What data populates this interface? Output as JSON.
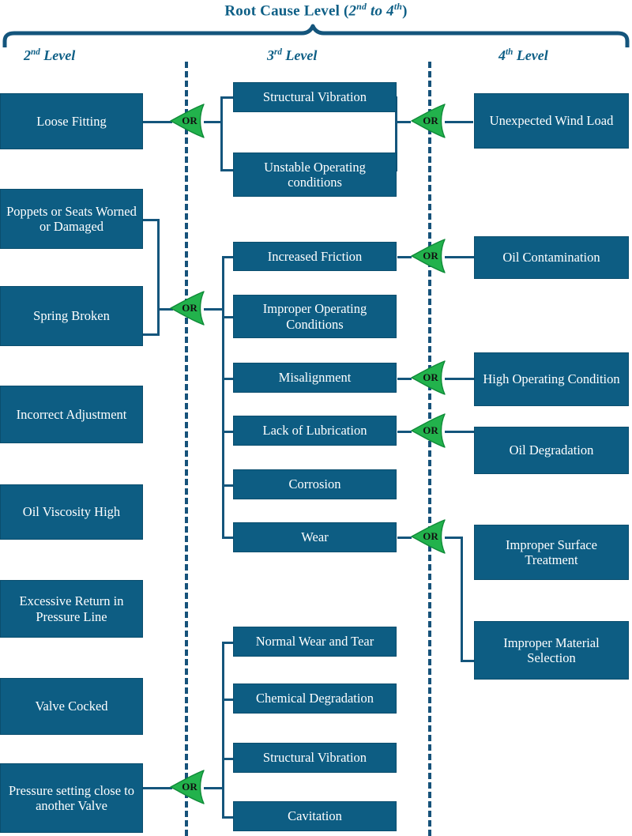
{
  "title": {
    "main": "Root Cause Level (",
    "range_a": "2",
    "range_a_sup": "nd",
    "range_mid": " to ",
    "range_b": "4",
    "range_b_sup": "th",
    "close": ")"
  },
  "levels": [
    {
      "num": "2",
      "sup": "nd",
      "label": " Level",
      "name": "second-level-header"
    },
    {
      "num": "3",
      "sup": "rd",
      "label": " Level",
      "name": "third-level-header"
    },
    {
      "num": "4",
      "sup": "th",
      "label": " Level",
      "name": "fourth-level-header"
    }
  ],
  "gate_label": "OR",
  "colors": {
    "box_fill": "#0d5d83",
    "box_text": "#ffffff",
    "line": "#14557c",
    "accent_text": "#0e5f86",
    "gate_fill": "#22b24c",
    "gate_stroke": "#0a7a33",
    "divider": "#16527a"
  },
  "level2_nodes": [
    {
      "id": "loose-fitting",
      "text": "Loose Fitting"
    },
    {
      "id": "poppets-seats",
      "text": "Poppets or Seats Worned or Damaged"
    },
    {
      "id": "spring-broken",
      "text": "Spring Broken"
    },
    {
      "id": "incorrect-adjustment",
      "text": "Incorrect Adjustment"
    },
    {
      "id": "oil-viscosity-high",
      "text": "Oil Viscosity High"
    },
    {
      "id": "excessive-return",
      "text": "Excessive Return in Pressure Line"
    },
    {
      "id": "valve-cocked",
      "text": "Valve Cocked"
    },
    {
      "id": "pressure-setting",
      "text": "Pressure setting close to another Valve"
    }
  ],
  "level3_nodes": [
    {
      "id": "structural-vibration-1",
      "text": "Structural Vibration"
    },
    {
      "id": "unstable-operating",
      "text": "Unstable Operating conditions"
    },
    {
      "id": "increased-friction",
      "text": "Increased Friction"
    },
    {
      "id": "improper-operating",
      "text": "Improper Operating Conditions"
    },
    {
      "id": "misalignment",
      "text": "Misalignment"
    },
    {
      "id": "lack-of-lubrication",
      "text": "Lack of Lubrication"
    },
    {
      "id": "corrosion",
      "text": "Corrosion"
    },
    {
      "id": "wear",
      "text": "Wear"
    },
    {
      "id": "normal-wear-tear",
      "text": "Normal Wear and Tear"
    },
    {
      "id": "chemical-degradation",
      "text": "Chemical Degradation"
    },
    {
      "id": "structural-vibration-2",
      "text": "Structural Vibration"
    },
    {
      "id": "cavitation",
      "text": "Cavitation"
    }
  ],
  "level4_nodes": [
    {
      "id": "unexpected-wind-load",
      "text": "Unexpected Wind Load"
    },
    {
      "id": "oil-contamination",
      "text": "Oil Contamination"
    },
    {
      "id": "high-operating-condition",
      "text": "High Operating Condition"
    },
    {
      "id": "oil-degradation",
      "text": "Oil Degradation"
    },
    {
      "id": "improper-surface",
      "text": "Improper Surface Treatment"
    },
    {
      "id": "improper-material",
      "text": "Improper Material Selection"
    }
  ],
  "gates": [
    {
      "id": "gate-loose-fitting",
      "label": "OR"
    },
    {
      "id": "gate-wind-load",
      "label": "OR"
    },
    {
      "id": "gate-spring-group",
      "label": "OR"
    },
    {
      "id": "gate-oil-contam",
      "label": "OR"
    },
    {
      "id": "gate-high-operating",
      "label": "OR"
    },
    {
      "id": "gate-oil-degradation",
      "label": "OR"
    },
    {
      "id": "gate-wear",
      "label": "OR"
    },
    {
      "id": "gate-pressure-setting",
      "label": "OR"
    }
  ]
}
